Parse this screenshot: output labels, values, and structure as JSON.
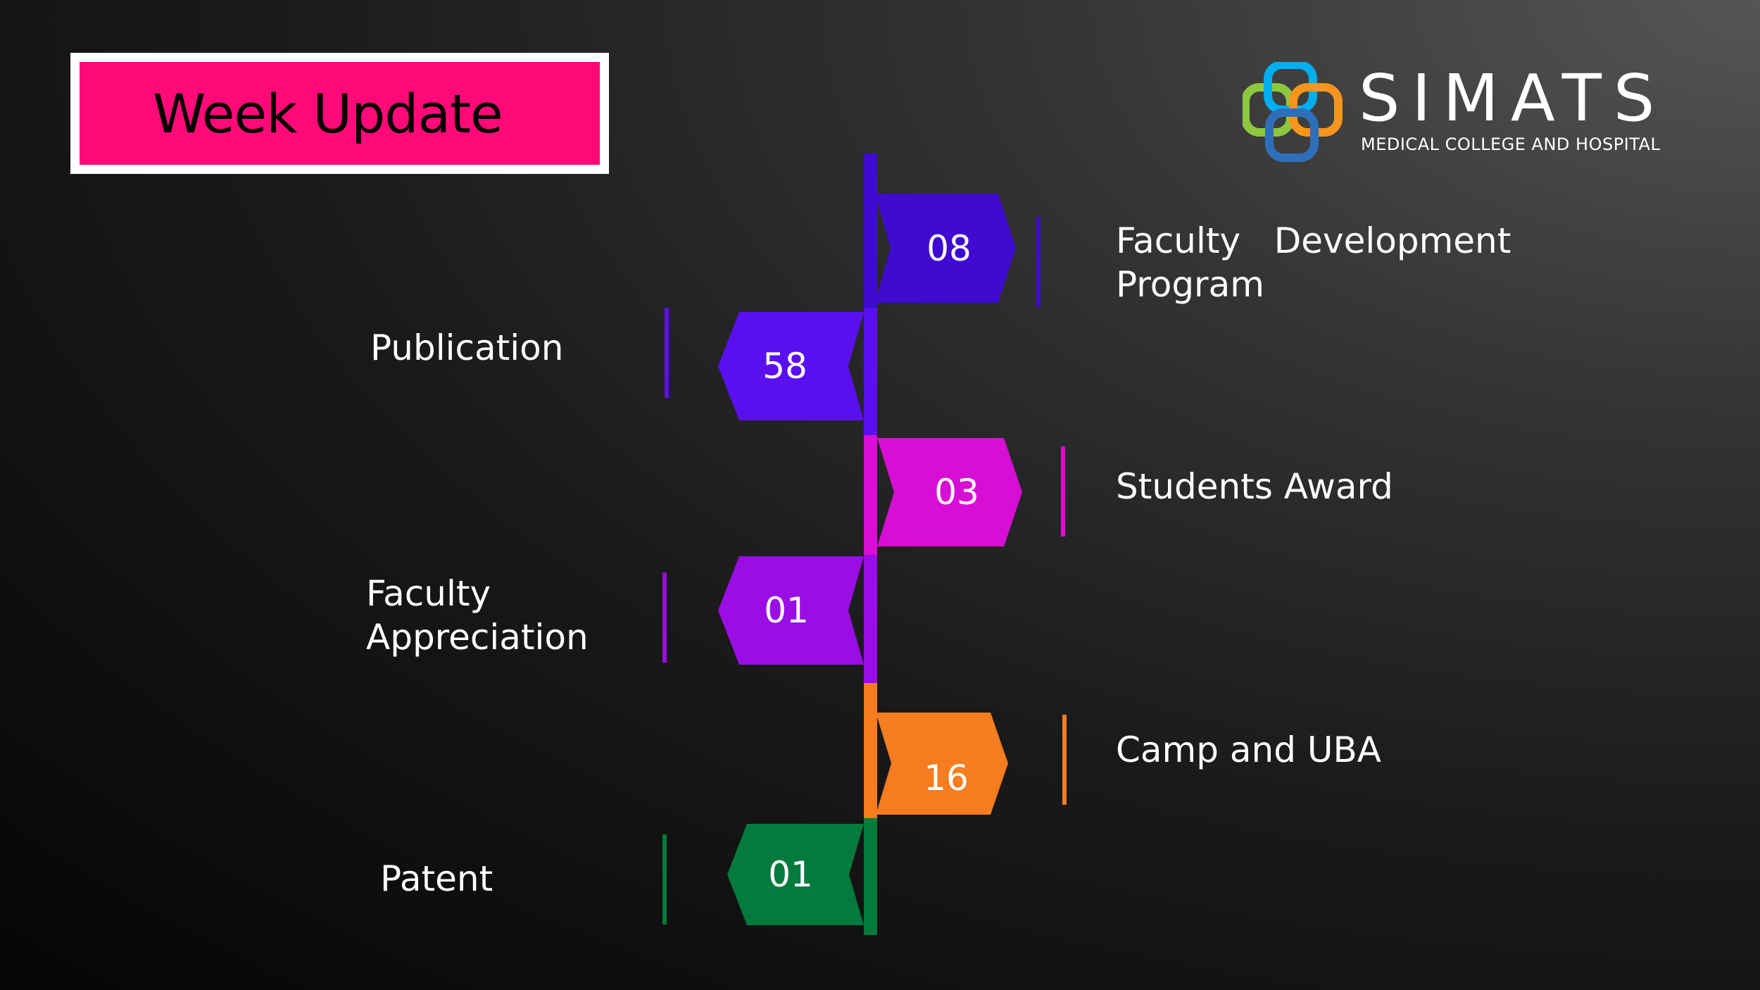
{
  "title": "Week Update",
  "logo": {
    "name": "SIMATS",
    "subtitle": "MEDICAL COLLEGE AND HOSPITAL",
    "colors": [
      "#8dc63f",
      "#00aeef",
      "#f7941d",
      "#2e6fba"
    ]
  },
  "timeline": {
    "right": [
      {
        "number": "08",
        "label_line1": "Faculty   Development",
        "label_line2": "Program",
        "color": "#3f0bd1"
      },
      {
        "number": "03",
        "label_line1": "Students Award",
        "color": "#d70ed4"
      },
      {
        "number": "16",
        "label_line1": "Camp and UBA",
        "color": "#f57c1f"
      }
    ],
    "left": [
      {
        "number": "58",
        "label_line1": "Publication",
        "color": "#5a10ee"
      },
      {
        "number": "01",
        "label_line1": "Faculty",
        "label_line2": "Appreciation",
        "color": "#9a0de4"
      },
      {
        "number": "01",
        "label_line1": "Patent",
        "color": "#057a3d"
      }
    ]
  }
}
